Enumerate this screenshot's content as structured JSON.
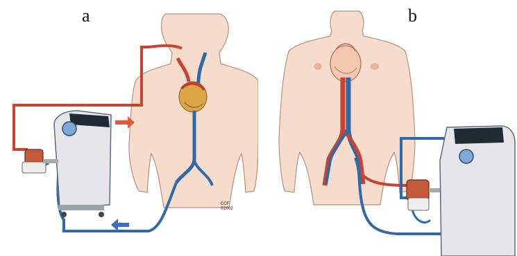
{
  "panels": [
    {
      "label": "a"
    },
    {
      "label": "b"
    }
  ],
  "logo": {
    "line1": "CCF",
    "line2": "©2002"
  },
  "colors": {
    "skin": "#f6dccd",
    "skin_outline": "#b98d7a",
    "arterial": "#c9432e",
    "venous": "#2f6aa8",
    "console": "#e6e6ea",
    "arrow_red": "#e05a3c",
    "arrow_blue": "#3b6fc4"
  },
  "icons": [
    "heart-icon",
    "ecmo-console-icon",
    "oxygenator-icon",
    "flow-arrow-icon"
  ]
}
